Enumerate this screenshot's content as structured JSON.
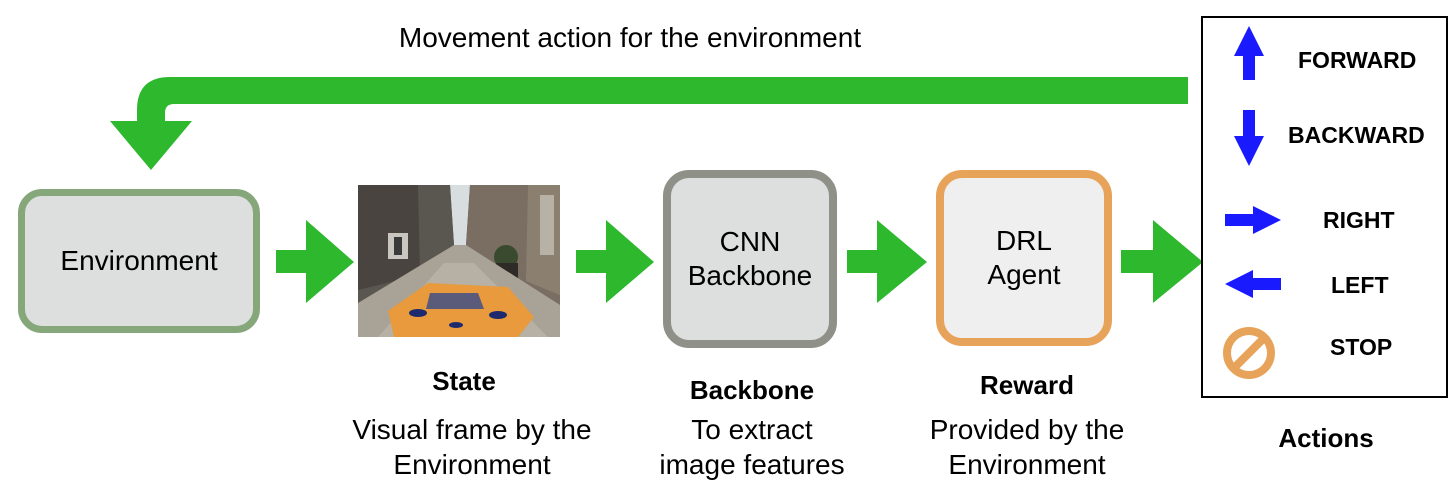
{
  "top_label": "Movement action for the environment",
  "environment_box": {
    "label": "Environment"
  },
  "state": {
    "title": "State",
    "description": "Visual frame by the\nEnvironment"
  },
  "backbone": {
    "box_label": "CNN\nBackbone",
    "title": "Backbone",
    "description": "To extract\nimage features"
  },
  "agent": {
    "box_label": "DRL\nAgent",
    "title": "Reward",
    "description": "Provided by the\nEnvironment"
  },
  "actions": {
    "title": "Actions",
    "items": [
      {
        "label": "FORWARD",
        "icon": "arrow-up-icon"
      },
      {
        "label": "BACKWARD",
        "icon": "arrow-down-icon"
      },
      {
        "label": "RIGHT",
        "icon": "arrow-right-icon"
      },
      {
        "label": "LEFT",
        "icon": "arrow-left-icon"
      },
      {
        "label": "STOP",
        "icon": "stop-icon"
      }
    ]
  },
  "colors": {
    "flow_arrow": "#2db82d",
    "action_arrow": "#1a1aff",
    "stop_icon": "#e8a35b",
    "environment_border": "#86a77a",
    "backbone_border": "#8f9189",
    "agent_border": "#e8a35b"
  }
}
